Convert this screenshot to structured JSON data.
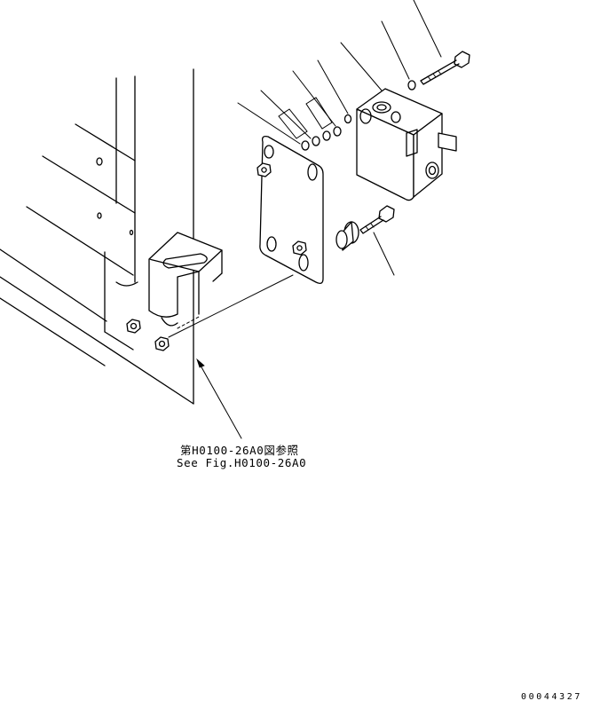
{
  "reference": {
    "japanese": "第H0100-26A0図参照",
    "english": "See Fig.H0100-26A0"
  },
  "document_number": "00044327"
}
